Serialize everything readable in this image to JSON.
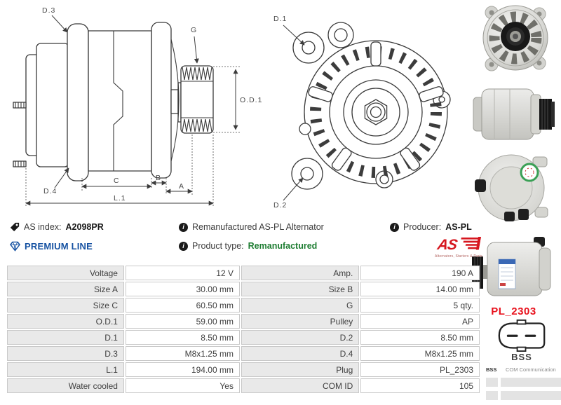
{
  "diagrams": {
    "side_view": {
      "labels": {
        "d3": "D.3",
        "g": "G",
        "od1": "O.D.1",
        "d4": "D.4",
        "c": "C",
        "b": "B",
        "a": "A",
        "l1": "L.1"
      }
    },
    "front_view": {
      "labels": {
        "d1": "D.1",
        "d2": "D.2"
      }
    }
  },
  "info_bar": {
    "as_index_label": "AS index:",
    "as_index_value": "A2098PR",
    "description": "Remanufactured AS-PL Alternator",
    "producer_label": "Producer:",
    "producer_value": "AS-PL",
    "premium_line": "PREMIUM LINE",
    "product_type_label": "Product type:",
    "product_type_value": "Remanufactured",
    "logo_text": "AS",
    "logo_subtext": "Alternators, Starters & Parts"
  },
  "spec_table": {
    "rows": [
      {
        "cells": [
          "Voltage",
          "12 V",
          "Amp.",
          "190 A"
        ]
      },
      {
        "cells": [
          "Size A",
          "30.00 mm",
          "Size B",
          "14.00 mm"
        ]
      },
      {
        "cells": [
          "Size C",
          "60.50 mm",
          "G",
          "5 qty."
        ]
      },
      {
        "cells": [
          "O.D.1",
          "59.00 mm",
          "Pulley",
          "AP"
        ]
      },
      {
        "cells": [
          "D.1",
          "8.50 mm",
          "D.2",
          "8.50 mm"
        ]
      },
      {
        "cells": [
          "D.3",
          "M8x1.25 mm",
          "D.4",
          "M8x1.25 mm"
        ]
      },
      {
        "cells": [
          "L.1",
          "194.00 mm",
          "Plug",
          "PL_2303"
        ]
      },
      {
        "cells": [
          "Water cooled",
          "Yes",
          "COM ID",
          "105"
        ]
      }
    ]
  },
  "right_panel": {
    "plug_code": "PL_2303",
    "connector_label": "BSS",
    "comm_table": {
      "col1": "BSS",
      "col2": "COM Communication"
    }
  },
  "colors": {
    "premium_blue": "#1652a2",
    "product_type_green": "#1e7d32",
    "logo_red": "#d6171f",
    "plug_red": "#e8111c",
    "table_label_bg": "#e9e9e9",
    "table_border": "#c9c9c9"
  }
}
